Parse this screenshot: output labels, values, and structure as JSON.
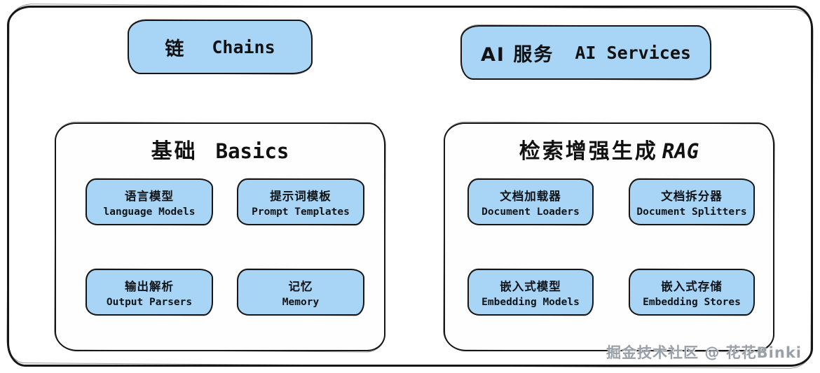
{
  "diagram": {
    "top": [
      {
        "zh": "链",
        "en": "Chains"
      },
      {
        "zh": "AI 服务",
        "en": "AI Services"
      }
    ],
    "groups": [
      {
        "zh": "基础",
        "en": "Basics",
        "items": [
          {
            "zh": "语言模型",
            "en": "language Models"
          },
          {
            "zh": "提示词模板",
            "en": "Prompt Templates"
          },
          {
            "zh": "输出解析",
            "en": "Output Parsers"
          },
          {
            "zh": "记忆",
            "en": "Memory"
          }
        ]
      },
      {
        "zh": "检索增强生成",
        "en": "RAG",
        "items": [
          {
            "zh": "文档加载器",
            "en": "Document Loaders"
          },
          {
            "zh": "文档拆分器",
            "en": "Document Splitters"
          },
          {
            "zh": "嵌入式模型",
            "en": "Embedding Models"
          },
          {
            "zh": "嵌入式存储",
            "en": "Embedding Stores"
          }
        ]
      }
    ],
    "watermark": "掘金技术社区 @ 花花Binki",
    "colors": {
      "node_fill": "#a8d4f6",
      "stroke": "#161616"
    }
  }
}
